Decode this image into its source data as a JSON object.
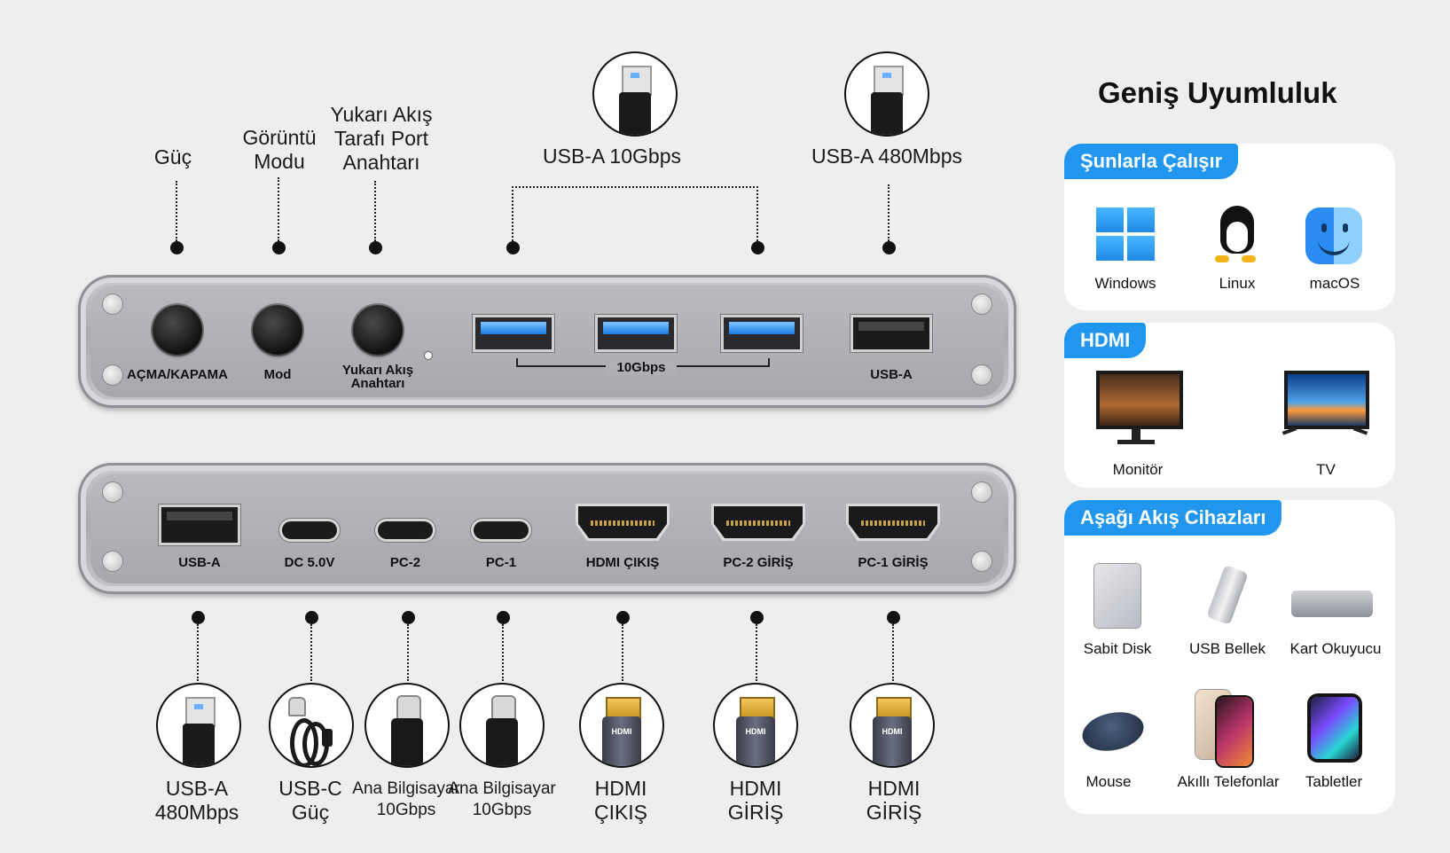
{
  "top_callouts": {
    "power": "Güç",
    "display_mode_1": "Görüntü",
    "display_mode_2": "Modu",
    "upstream_1": "Yukarı Akış",
    "upstream_2": "Tarafı Port",
    "upstream_3": "Anahtarı",
    "usb_a_10": "USB-A 10Gbps",
    "usb_a_480": "USB-A 480Mbps"
  },
  "top_panel": {
    "power_label": "AÇMA/KAPAMA",
    "mode_label": "Mod",
    "upstream_label_1": "Yukarı Akış",
    "upstream_label_2": "Anahtarı",
    "speed_label": "10Gbps",
    "usba_label": "USB-A"
  },
  "bottom_panel": {
    "usba": "USB-A",
    "dc": "DC 5.0V",
    "pc2": "PC-2",
    "pc1": "PC-1",
    "hdmi_out": "HDMI ÇIKIŞ",
    "pc2_in": "PC-2 GİRİŞ",
    "pc1_in": "PC-1 GİRİŞ",
    "hdmi_plug_text": "HDMI"
  },
  "bottom_callouts": {
    "usba_1": "USB-A",
    "usba_2": "480Mbps",
    "usbc_1": "USB-C",
    "usbc_2": "Güç",
    "host2_1": "Ana Bilgisayar",
    "host2_2": "10Gbps",
    "host1_1": "Ana Bilgisayar",
    "host1_2": "10Gbps",
    "hdmi_out_1": "HDMI",
    "hdmi_out_2": "ÇIKIŞ",
    "hdmi_in2_1": "HDMI",
    "hdmi_in2_2": "GİRİŞ",
    "hdmi_in1_1": "HDMI",
    "hdmi_in1_2": "GİRİŞ"
  },
  "compat": {
    "title": "Geniş Uyumluluk",
    "os_tab": "Şunlarla Çalışır",
    "os": [
      "Windows",
      "Linux",
      "macOS"
    ],
    "hdmi_tab": "HDMI",
    "hdmi": [
      "Monitör",
      "TV"
    ],
    "down_tab": "Aşağı Akış Cihazları",
    "down": [
      "Sabit Disk",
      "USB Bellek",
      "Kart Okuyucu",
      "Mouse",
      "Akıllı Telefonlar",
      "Tabletler"
    ]
  },
  "colors": {
    "accent": "#2196ee",
    "background": "#eeeeee",
    "usb3_blue": "#1a7de0"
  }
}
